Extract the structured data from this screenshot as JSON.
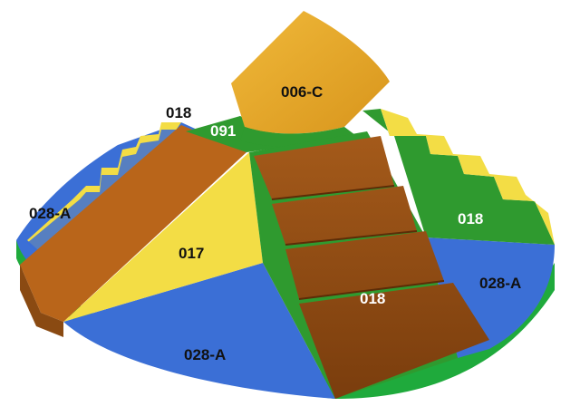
{
  "scene": {
    "subject": "soft-play foam climbing set",
    "labels": {
      "top_block": "006-C",
      "top_left_step": "018",
      "top_green_wedge": "091",
      "left_blue_base": "028-A",
      "slide_yellow": "017",
      "front_blue_base": "028-A",
      "front_stairs": "018",
      "right_green_steps": "018",
      "right_blue_base": "028-A"
    }
  },
  "colors": {
    "blue": "#3b6fd6",
    "yellow": "#f3dd45",
    "green": "#2f9a2f",
    "rim_green": "#1faa3c",
    "brown": "#8a4a12",
    "orange_brown": "#b9651a",
    "gold": "#e3a928"
  }
}
